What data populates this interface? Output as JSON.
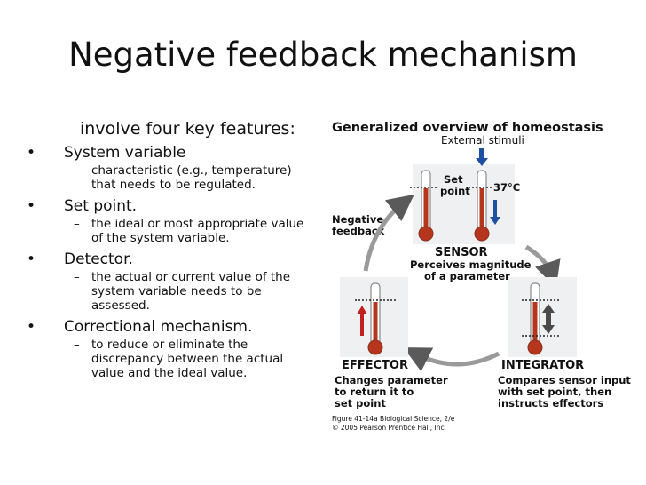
{
  "slide": {
    "title": "Negative feedback mechanism",
    "intro": "involve four key features:"
  },
  "bullets": [
    {
      "bullet_glyph": "•",
      "dash_glyph": "–",
      "label": "System variable",
      "sub": [
        "characteristic (e.g., temperature)",
        "that needs to be regulated."
      ]
    },
    {
      "bullet_glyph": "•",
      "dash_glyph": "–",
      "label": "Set point.",
      "sub": [
        "the ideal or most appropriate value",
        "of the system variable."
      ]
    },
    {
      "bullet_glyph": "•",
      "dash_glyph": "–",
      "label": "Detector.",
      "sub": [
        "the actual or current value of the",
        "system variable needs to be",
        "assessed."
      ]
    },
    {
      "bullet_glyph": "•",
      "dash_glyph": "–",
      "label": "Correctional mechanism.",
      "sub": [
        "to reduce or eliminate the",
        "discrepancy between the actual",
        "value and the ideal value."
      ]
    }
  ],
  "figure": {
    "title": "Generalized overview of homeostasis",
    "external_stimuli": "External stimuli",
    "set_point": [
      "Set",
      "point"
    ],
    "temperature": "37°C",
    "negative_feedback": [
      "Negative",
      "feedback"
    ],
    "sensor": {
      "name": "SENSOR",
      "desc": [
        "Perceives magnitude",
        "of a parameter"
      ]
    },
    "integrator": {
      "name": "INTEGRATOR",
      "desc": [
        "Compares sensor input",
        "with set point, then",
        "instructs effectors"
      ]
    },
    "effector": {
      "name": "EFFECTOR",
      "desc": [
        "Changes parameter",
        "to return it to",
        "set point"
      ]
    },
    "credit": [
      "Figure 41-14a  Biological Science, 2/e",
      "© 2005 Pearson Prentice Hall, Inc."
    ],
    "colors": {
      "bulb": "#b5361c",
      "arrow_blue": "#1f4fa0",
      "arrow_red": "#c21f1f",
      "arrow_gray": "#4a4a4a",
      "panel": "#eef0f2"
    }
  }
}
